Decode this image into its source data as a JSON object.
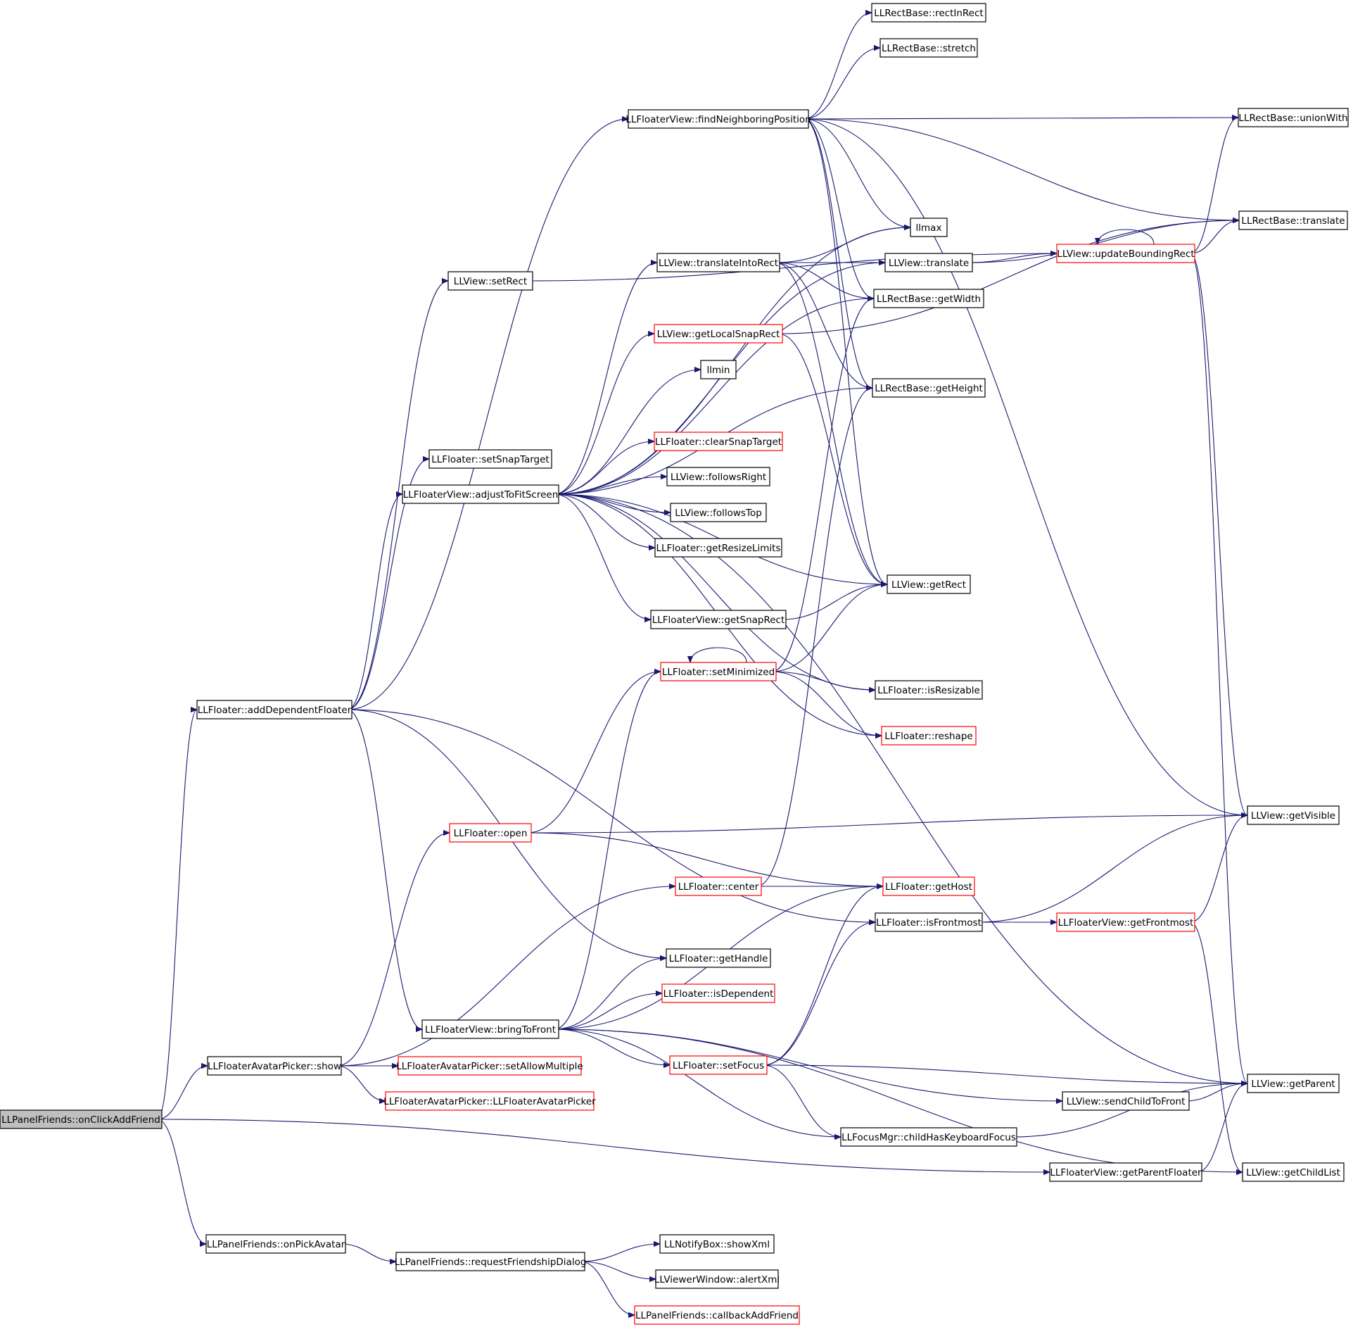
{
  "colors": {
    "edge": "#191970",
    "node_border": "#000000",
    "node_border_incomplete": "#ff0000",
    "root_fill": "#bfbfbf"
  },
  "root": "LLPanelFriends::onClickAddFriend",
  "nodes": [
    {
      "id": "onClickAddFriend",
      "label": "LLPanelFriends::onClickAddFriend",
      "style": "root"
    },
    {
      "id": "addDependentFloater",
      "label": "LLFloater::addDependentFloater",
      "style": "normal"
    },
    {
      "id": "avatarPickerShow",
      "label": "LLFloaterAvatarPicker::show",
      "style": "normal"
    },
    {
      "id": "onPickAvatar",
      "label": "LLPanelFriends::onPickAvatar",
      "style": "normal"
    },
    {
      "id": "requestFriendshipDialog",
      "label": "LLPanelFriends::requestFriendshipDialog",
      "style": "normal"
    },
    {
      "id": "showXml",
      "label": "LLNotifyBox::showXml",
      "style": "normal"
    },
    {
      "id": "alertXml",
      "label": "LLViewerWindow::alertXml",
      "style": "normal"
    },
    {
      "id": "callbackAddFriend",
      "label": "LLPanelFriends::callbackAddFriend",
      "style": "red"
    },
    {
      "id": "setAllowMultiple",
      "label": "LLFloaterAvatarPicker::setAllowMultiple",
      "style": "red"
    },
    {
      "id": "avatarPickerCtor",
      "label": "LLFloaterAvatarPicker::LLFloaterAvatarPicker",
      "style": "red"
    },
    {
      "id": "findNeighboringPosition",
      "label": "LLFloaterView::findNeighboringPosition",
      "style": "normal"
    },
    {
      "id": "setRect",
      "label": "LLView::setRect",
      "style": "normal"
    },
    {
      "id": "setSnapTarget",
      "label": "LLFloater::setSnapTarget",
      "style": "normal"
    },
    {
      "id": "adjustToFitScreen",
      "label": "LLFloaterView::adjustToFitScreen",
      "style": "normal"
    },
    {
      "id": "floaterOpen",
      "label": "LLFloater::open",
      "style": "red"
    },
    {
      "id": "bringToFront",
      "label": "LLFloaterView::bringToFront",
      "style": "normal"
    },
    {
      "id": "rectInRect",
      "label": "LLRectBase::rectInRect",
      "style": "normal"
    },
    {
      "id": "stretch",
      "label": "LLRectBase::stretch",
      "style": "normal"
    },
    {
      "id": "unionWith",
      "label": "LLRectBase::unionWith",
      "style": "normal"
    },
    {
      "id": "rectTranslate",
      "label": "LLRectBase::translate",
      "style": "normal"
    },
    {
      "id": "llmax",
      "label": "llmax",
      "style": "normal"
    },
    {
      "id": "translateIntoRect",
      "label": "LLView::translateIntoRect",
      "style": "normal"
    },
    {
      "id": "viewTranslate",
      "label": "LLView::translate",
      "style": "normal"
    },
    {
      "id": "updateBoundingRect",
      "label": "LLView::updateBoundingRect",
      "style": "red"
    },
    {
      "id": "getWidth",
      "label": "LLRectBase::getWidth",
      "style": "normal"
    },
    {
      "id": "getLocalSnapRect",
      "label": "LLView::getLocalSnapRect",
      "style": "red"
    },
    {
      "id": "llmin",
      "label": "llmin",
      "style": "normal"
    },
    {
      "id": "getHeight",
      "label": "LLRectBase::getHeight",
      "style": "normal"
    },
    {
      "id": "clearSnapTarget",
      "label": "LLFloater::clearSnapTarget",
      "style": "red"
    },
    {
      "id": "followsRight",
      "label": "LLView::followsRight",
      "style": "normal"
    },
    {
      "id": "followsTop",
      "label": "LLView::followsTop",
      "style": "normal"
    },
    {
      "id": "getResizeLimits",
      "label": "LLFloater::getResizeLimits",
      "style": "normal"
    },
    {
      "id": "getRect",
      "label": "LLView::getRect",
      "style": "normal"
    },
    {
      "id": "getSnapRect",
      "label": "LLFloaterView::getSnapRect",
      "style": "normal"
    },
    {
      "id": "setMinimized",
      "label": "LLFloater::setMinimized",
      "style": "red"
    },
    {
      "id": "isResizable",
      "label": "LLFloater::isResizable",
      "style": "normal"
    },
    {
      "id": "reshape",
      "label": "LLFloater::reshape",
      "style": "red"
    },
    {
      "id": "getVisible",
      "label": "LLView::getVisible",
      "style": "normal"
    },
    {
      "id": "center",
      "label": "LLFloater::center",
      "style": "red"
    },
    {
      "id": "getHost",
      "label": "LLFloater::getHost",
      "style": "red"
    },
    {
      "id": "isFrontmost",
      "label": "LLFloater::isFrontmost",
      "style": "normal"
    },
    {
      "id": "getFrontmost",
      "label": "LLFloaterView::getFrontmost",
      "style": "red"
    },
    {
      "id": "getHandle",
      "label": "LLFloater::getHandle",
      "style": "normal"
    },
    {
      "id": "isDependent",
      "label": "LLFloater::isDependent",
      "style": "red"
    },
    {
      "id": "setFocus",
      "label": "LLFloater::setFocus",
      "style": "red"
    },
    {
      "id": "getParent",
      "label": "LLView::getParent",
      "style": "normal"
    },
    {
      "id": "sendChildToFront",
      "label": "LLView::sendChildToFront",
      "style": "normal"
    },
    {
      "id": "childHasKeyboardFocus",
      "label": "LLFocusMgr::childHasKeyboardFocus",
      "style": "normal"
    },
    {
      "id": "getParentFloater",
      "label": "LLFloaterView::getParentFloater",
      "style": "normal"
    },
    {
      "id": "getChildList",
      "label": "LLView::getChildList",
      "style": "normal"
    }
  ],
  "edges": [
    [
      "onClickAddFriend",
      "addDependentFloater"
    ],
    [
      "onClickAddFriend",
      "avatarPickerShow"
    ],
    [
      "onClickAddFriend",
      "getParentFloater"
    ],
    [
      "onClickAddFriend",
      "onPickAvatar"
    ],
    [
      "onPickAvatar",
      "requestFriendshipDialog"
    ],
    [
      "requestFriendshipDialog",
      "showXml"
    ],
    [
      "requestFriendshipDialog",
      "alertXml"
    ],
    [
      "requestFriendshipDialog",
      "callbackAddFriend"
    ],
    [
      "avatarPickerShow",
      "floaterOpen"
    ],
    [
      "avatarPickerShow",
      "center"
    ],
    [
      "avatarPickerShow",
      "setAllowMultiple"
    ],
    [
      "avatarPickerShow",
      "avatarPickerCtor"
    ],
    [
      "addDependentFloater",
      "findNeighboringPosition"
    ],
    [
      "addDependentFloater",
      "setRect"
    ],
    [
      "addDependentFloater",
      "setSnapTarget"
    ],
    [
      "addDependentFloater",
      "adjustToFitScreen"
    ],
    [
      "addDependentFloater",
      "getHandle"
    ],
    [
      "addDependentFloater",
      "isFrontmost"
    ],
    [
      "addDependentFloater",
      "bringToFront"
    ],
    [
      "findNeighboringPosition",
      "rectInRect"
    ],
    [
      "findNeighboringPosition",
      "stretch"
    ],
    [
      "findNeighboringPosition",
      "unionWith"
    ],
    [
      "findNeighboringPosition",
      "rectTranslate"
    ],
    [
      "findNeighboringPosition",
      "llmax"
    ],
    [
      "findNeighboringPosition",
      "getWidth"
    ],
    [
      "findNeighboringPosition",
      "getHeight"
    ],
    [
      "findNeighboringPosition",
      "getRect"
    ],
    [
      "findNeighboringPosition",
      "getVisible"
    ],
    [
      "setRect",
      "updateBoundingRect"
    ],
    [
      "adjustToFitScreen",
      "translateIntoRect"
    ],
    [
      "adjustToFitScreen",
      "getLocalSnapRect"
    ],
    [
      "adjustToFitScreen",
      "llmin"
    ],
    [
      "adjustToFitScreen",
      "llmax"
    ],
    [
      "adjustToFitScreen",
      "viewTranslate"
    ],
    [
      "adjustToFitScreen",
      "getWidth"
    ],
    [
      "adjustToFitScreen",
      "getHeight"
    ],
    [
      "adjustToFitScreen",
      "clearSnapTarget"
    ],
    [
      "adjustToFitScreen",
      "followsRight"
    ],
    [
      "adjustToFitScreen",
      "followsTop"
    ],
    [
      "adjustToFitScreen",
      "getResizeLimits"
    ],
    [
      "adjustToFitScreen",
      "getRect"
    ],
    [
      "adjustToFitScreen",
      "getSnapRect"
    ],
    [
      "adjustToFitScreen",
      "isResizable"
    ],
    [
      "adjustToFitScreen",
      "reshape"
    ],
    [
      "adjustToFitScreen",
      "getParent"
    ],
    [
      "translateIntoRect",
      "llmax"
    ],
    [
      "translateIntoRect",
      "viewTranslate"
    ],
    [
      "translateIntoRect",
      "getWidth"
    ],
    [
      "translateIntoRect",
      "getHeight"
    ],
    [
      "translateIntoRect",
      "getRect"
    ],
    [
      "viewTranslate",
      "updateBoundingRect"
    ],
    [
      "viewTranslate",
      "rectTranslate"
    ],
    [
      "updateBoundingRect",
      "updateBoundingRect"
    ],
    [
      "updateBoundingRect",
      "unionWith"
    ],
    [
      "updateBoundingRect",
      "rectTranslate"
    ],
    [
      "updateBoundingRect",
      "getVisible"
    ],
    [
      "updateBoundingRect",
      "getParent"
    ],
    [
      "getLocalSnapRect",
      "rectTranslate"
    ],
    [
      "getLocalSnapRect",
      "getRect"
    ],
    [
      "getSnapRect",
      "getRect"
    ],
    [
      "setMinimized",
      "setMinimized"
    ],
    [
      "setMinimized",
      "getWidth"
    ],
    [
      "setMinimized",
      "getRect"
    ],
    [
      "setMinimized",
      "isResizable"
    ],
    [
      "setMinimized",
      "reshape"
    ],
    [
      "floaterOpen",
      "setMinimized"
    ],
    [
      "floaterOpen",
      "getVisible"
    ],
    [
      "floaterOpen",
      "getHost"
    ],
    [
      "center",
      "getHeight"
    ],
    [
      "center",
      "getHost"
    ],
    [
      "isFrontmost",
      "getVisible"
    ],
    [
      "isFrontmost",
      "getFrontmost"
    ],
    [
      "getFrontmost",
      "getVisible"
    ],
    [
      "getFrontmost",
      "getChildList"
    ],
    [
      "bringToFront",
      "setMinimized"
    ],
    [
      "bringToFront",
      "getHandle"
    ],
    [
      "bringToFront",
      "isDependent"
    ],
    [
      "bringToFront",
      "getHost"
    ],
    [
      "bringToFront",
      "setFocus"
    ],
    [
      "bringToFront",
      "sendChildToFront"
    ],
    [
      "bringToFront",
      "childHasKeyboardFocus"
    ],
    [
      "bringToFront",
      "getChildList"
    ],
    [
      "setFocus",
      "getHost"
    ],
    [
      "setFocus",
      "isFrontmost"
    ],
    [
      "setFocus",
      "getParent"
    ],
    [
      "setFocus",
      "childHasKeyboardFocus"
    ],
    [
      "sendChildToFront",
      "getParent"
    ],
    [
      "childHasKeyboardFocus",
      "getParent"
    ],
    [
      "getParentFloater",
      "getParent"
    ]
  ]
}
